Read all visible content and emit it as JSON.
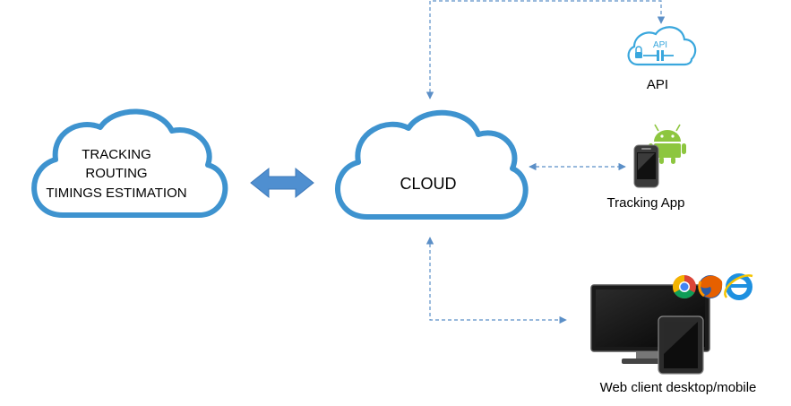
{
  "nodes": {
    "processing": {
      "lines": [
        "TRACKING",
        "ROUTING",
        "TIMINGS ESTIMATION"
      ]
    },
    "cloud": {
      "label": "CLOUD"
    },
    "api": {
      "label": "API",
      "icon_text": "API"
    },
    "tracking_app": {
      "label": "Tracking App"
    },
    "web_client": {
      "label": "Web client desktop/mobile"
    }
  },
  "icons": {
    "api": "api-cloud-icon",
    "android": "android-icon",
    "phone": "smartphone-icon",
    "monitor": "desktop-monitor-icon",
    "tablet": "tablet-icon",
    "browsers": [
      "chrome-icon",
      "firefox-icon",
      "internet-explorer-icon"
    ]
  },
  "colors": {
    "cloud_stroke": "#3e93cf",
    "arrow_fill": "#4f8fd0",
    "dashed": "#5b8fc7",
    "text": "#000000",
    "api_icon": "#3aa7dd",
    "android": "#8dc63f"
  }
}
